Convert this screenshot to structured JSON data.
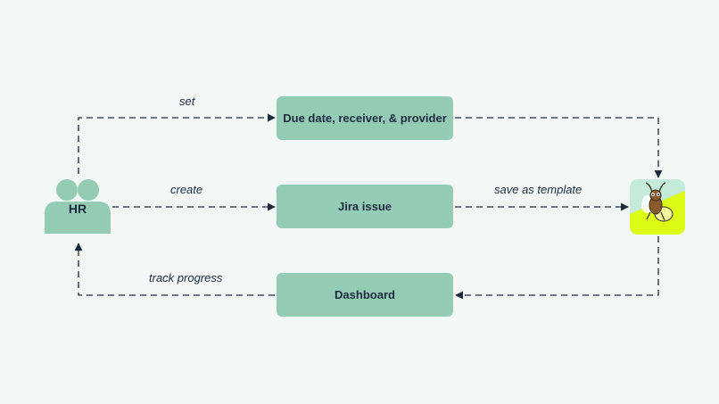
{
  "actor": {
    "label": "HR",
    "icon": "people-icon",
    "color": "#93cbb5"
  },
  "nodes": {
    "settings": "Due date, receiver, & provider",
    "issue": "Jira issue",
    "dashboard": "Dashboard"
  },
  "edges": {
    "set": "set",
    "create": "create",
    "save": "save as template",
    "track": "track progress"
  },
  "app_icon": {
    "icon": "firefly-bug-icon",
    "colors": [
      "#c4ebda",
      "#dcfc16"
    ]
  },
  "colors": {
    "background": "#f3f8f7",
    "box": "#93cbb5",
    "text": "#1d2b3f",
    "line": "#1d2b3f"
  }
}
